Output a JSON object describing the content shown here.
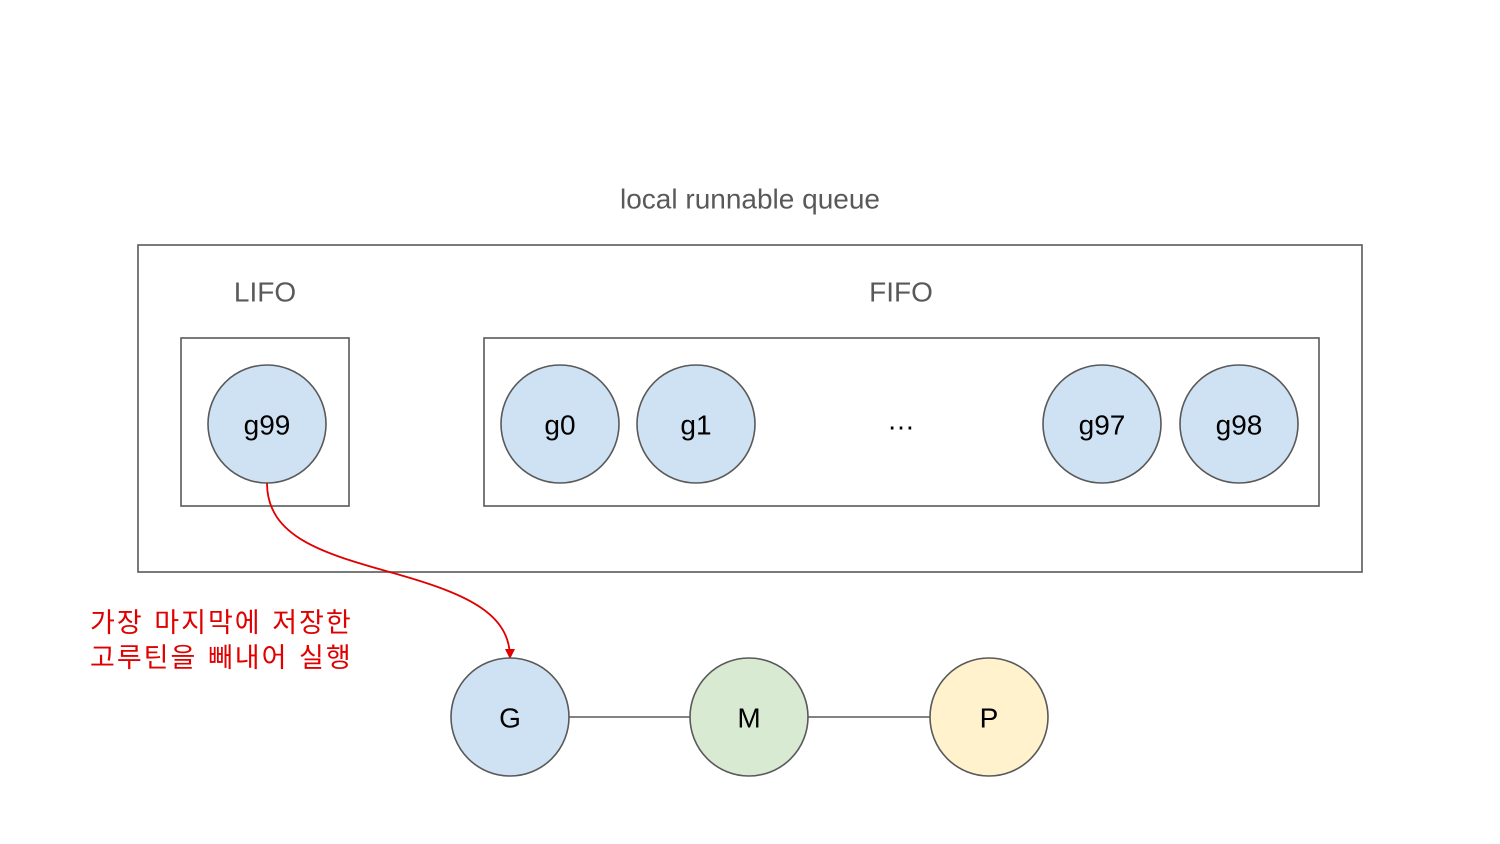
{
  "diagram": {
    "title": "local runnable queue",
    "lifo": {
      "label": "LIFO",
      "items": [
        "g99"
      ]
    },
    "fifo": {
      "label": "FIFO",
      "items_start": [
        "g0",
        "g1"
      ],
      "ellipsis": "…",
      "items_end": [
        "g97",
        "g98"
      ]
    },
    "annotation": {
      "line1": "가장 마지막에 저장한",
      "line2": "고루틴을 빼내어 실행"
    },
    "gmp": {
      "g": "G",
      "m": "M",
      "p": "P"
    }
  },
  "colors": {
    "goroutine_fill": "#cfe2f3",
    "machine_fill": "#d9ead3",
    "processor_fill": "#fff2cc",
    "outline": "#595959",
    "annotation": "#e00000"
  }
}
